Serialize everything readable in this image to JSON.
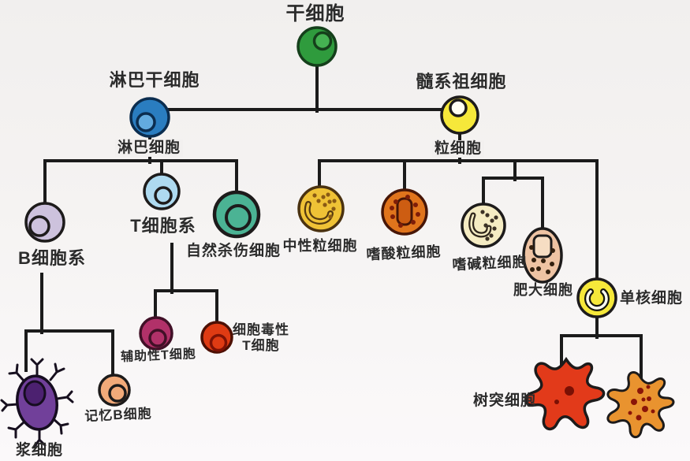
{
  "diagram": {
    "nodes": {
      "stem": {
        "label": "干细胞"
      },
      "lymphoid_stem": {
        "label": "淋巴干细胞",
        "branch_label": "淋巴细胞"
      },
      "myeloid_progenitor": {
        "label": "髓系祖细胞",
        "branch_label": "粒细胞"
      },
      "b_cell_line": {
        "label": "B细胞系"
      },
      "t_cell_line": {
        "label": "T细胞系"
      },
      "nk_cell": {
        "label": "自然杀伤细胞"
      },
      "neutrophil": {
        "label": "中性粒细胞"
      },
      "eosinophil": {
        "label": "嗜酸粒细胞"
      },
      "basophil": {
        "label": "嗜碱粒细胞"
      },
      "mast_cell": {
        "label": "肥大细胞"
      },
      "monocyte": {
        "label": "单核细胞"
      },
      "helper_t": {
        "label": "辅助性T细胞"
      },
      "cytotoxic_t": {
        "label_line1": "细胞毒性",
        "label_line2": "T细胞"
      },
      "memory_b": {
        "label": "记忆B细胞"
      },
      "plasma_cell": {
        "label": "浆细胞"
      },
      "dendritic_cell": {
        "label": "树突细胞"
      }
    },
    "colors": {
      "connector": "#1b1b1b",
      "label_text": "#2b2b2b",
      "background": "#f5f3f2",
      "stem_body": "#2f9b3d",
      "stem_nucleus": "#45b152",
      "lymphoid_body": "#2a7dc0",
      "lymphoid_nucleus": "#63abdf",
      "myeloid_body": "#f6e83a",
      "myeloid_nucleus": "#fffef2",
      "b_line_body": "#cdc2dd",
      "t_line_body": "#aedaf0",
      "nk_body": "#4bb394",
      "neutrophil_body": "#efc236",
      "neutrophil_band": "#553a10",
      "neutrophil_granules": "#8a5a14",
      "eosinophil_body": "#e0741c",
      "eosinophil_nucleus": "#cd5d12",
      "eosinophil_granules": "#7e1d08",
      "basophil_body": "#f5ecc3",
      "basophil_band": "#2f261c",
      "basophil_granules": "#3c3226",
      "mast_body": "#eec3a3",
      "mast_nucleus": "#f6ddc3",
      "mast_granules": "#33200f",
      "monocyte_body": "#f6e83a",
      "monocyte_nucleus": "#fffdf0",
      "helper_t_body": "#b13169",
      "cytotoxic_t_body": "#df3b13",
      "memory_b_body": "#f2aa79",
      "plasma_body": "#71409a",
      "plasma_nucleus": "#4c2170",
      "dendritic_body": "#e23a1a",
      "dendritic_nucleus": "#7a1004",
      "unlabeled_star_body": "#e9932f",
      "unlabeled_star_granules": "#8a1508"
    }
  }
}
